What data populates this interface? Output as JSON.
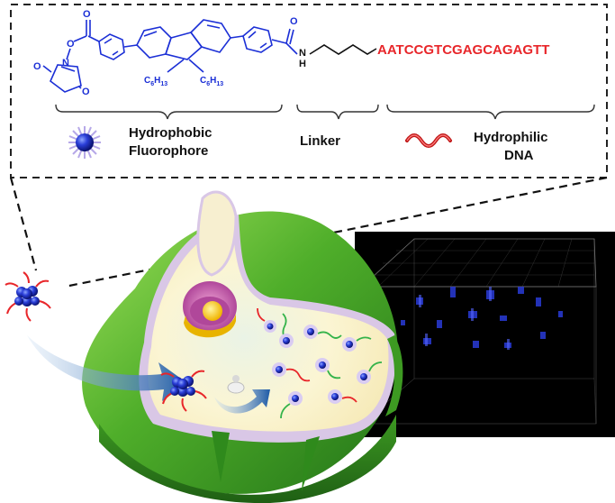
{
  "molecule": {
    "substituent_left": "C",
    "substituent_left_sub": "6",
    "substituent_left_tail": "H",
    "substituent_left_tail_sub": "13",
    "substituent_right": "C",
    "substituent_right_sub": "6",
    "substituent_right_tail": "H",
    "substituent_right_tail_sub": "13",
    "atom_n_imide": "N",
    "atom_o_ester": "O",
    "atom_o_top": "O",
    "atom_o_left": "O",
    "atom_o_right": "O",
    "atom_o_amide": "O",
    "atom_n_amide": "N",
    "atom_h_amide": "H",
    "dna_sequence": "AATCCGTCGAGCAGAGTT"
  },
  "legend": {
    "fluorophore_line1": "Hydrophobic",
    "fluorophore_line2": "Fluorophore",
    "linker": "Linker",
    "dna_line1": "Hydrophilic",
    "dna_line2": "DNA"
  },
  "colors": {
    "molecule_blue": "#1b2fd6",
    "dna_red": "#e8262a",
    "cell_green": "#5fbf2e",
    "cell_interior": "#fdf7d2",
    "membrane_lavender": "#d9c7e6",
    "confocal_bg": "#000000",
    "arrow_blue": "#1f5fa8"
  }
}
